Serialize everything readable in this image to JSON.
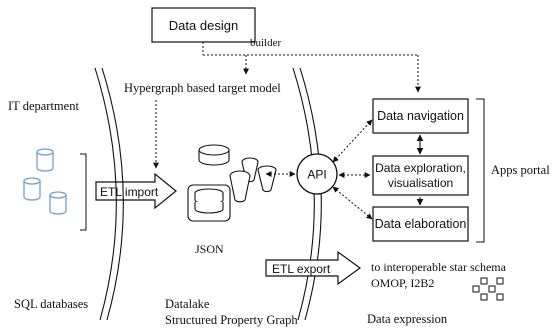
{
  "boxes": {
    "data_design": "Data design",
    "data_navigation": "Data navigation",
    "data_exploration": [
      "Data exploration,",
      "visualisation"
    ],
    "data_elaboration": "Data elaboration",
    "api": "API"
  },
  "labels": {
    "builder": "builder",
    "hypergraph_model": "Hypergraph based target model",
    "it_department": "IT department",
    "apps_portal": "Apps portal",
    "json": "JSON",
    "sql_databases": "SQL databases",
    "datalake": "Datalake",
    "structured_property_graph": "Structured Property Graph",
    "interoperable_star_schema": "to interoperable star schema",
    "omop_i2b2": "OMOP, I2B2",
    "data_expression": "Data expression"
  },
  "arrows": {
    "etl_import": "ETL import",
    "etl_export": "ETL export"
  },
  "colors": {
    "ink": "#111111",
    "database_blue": "#6f9fd8",
    "background": "#ffffff"
  },
  "icons": [
    "database-icon",
    "json-document-icon",
    "star-schema-icon"
  ]
}
